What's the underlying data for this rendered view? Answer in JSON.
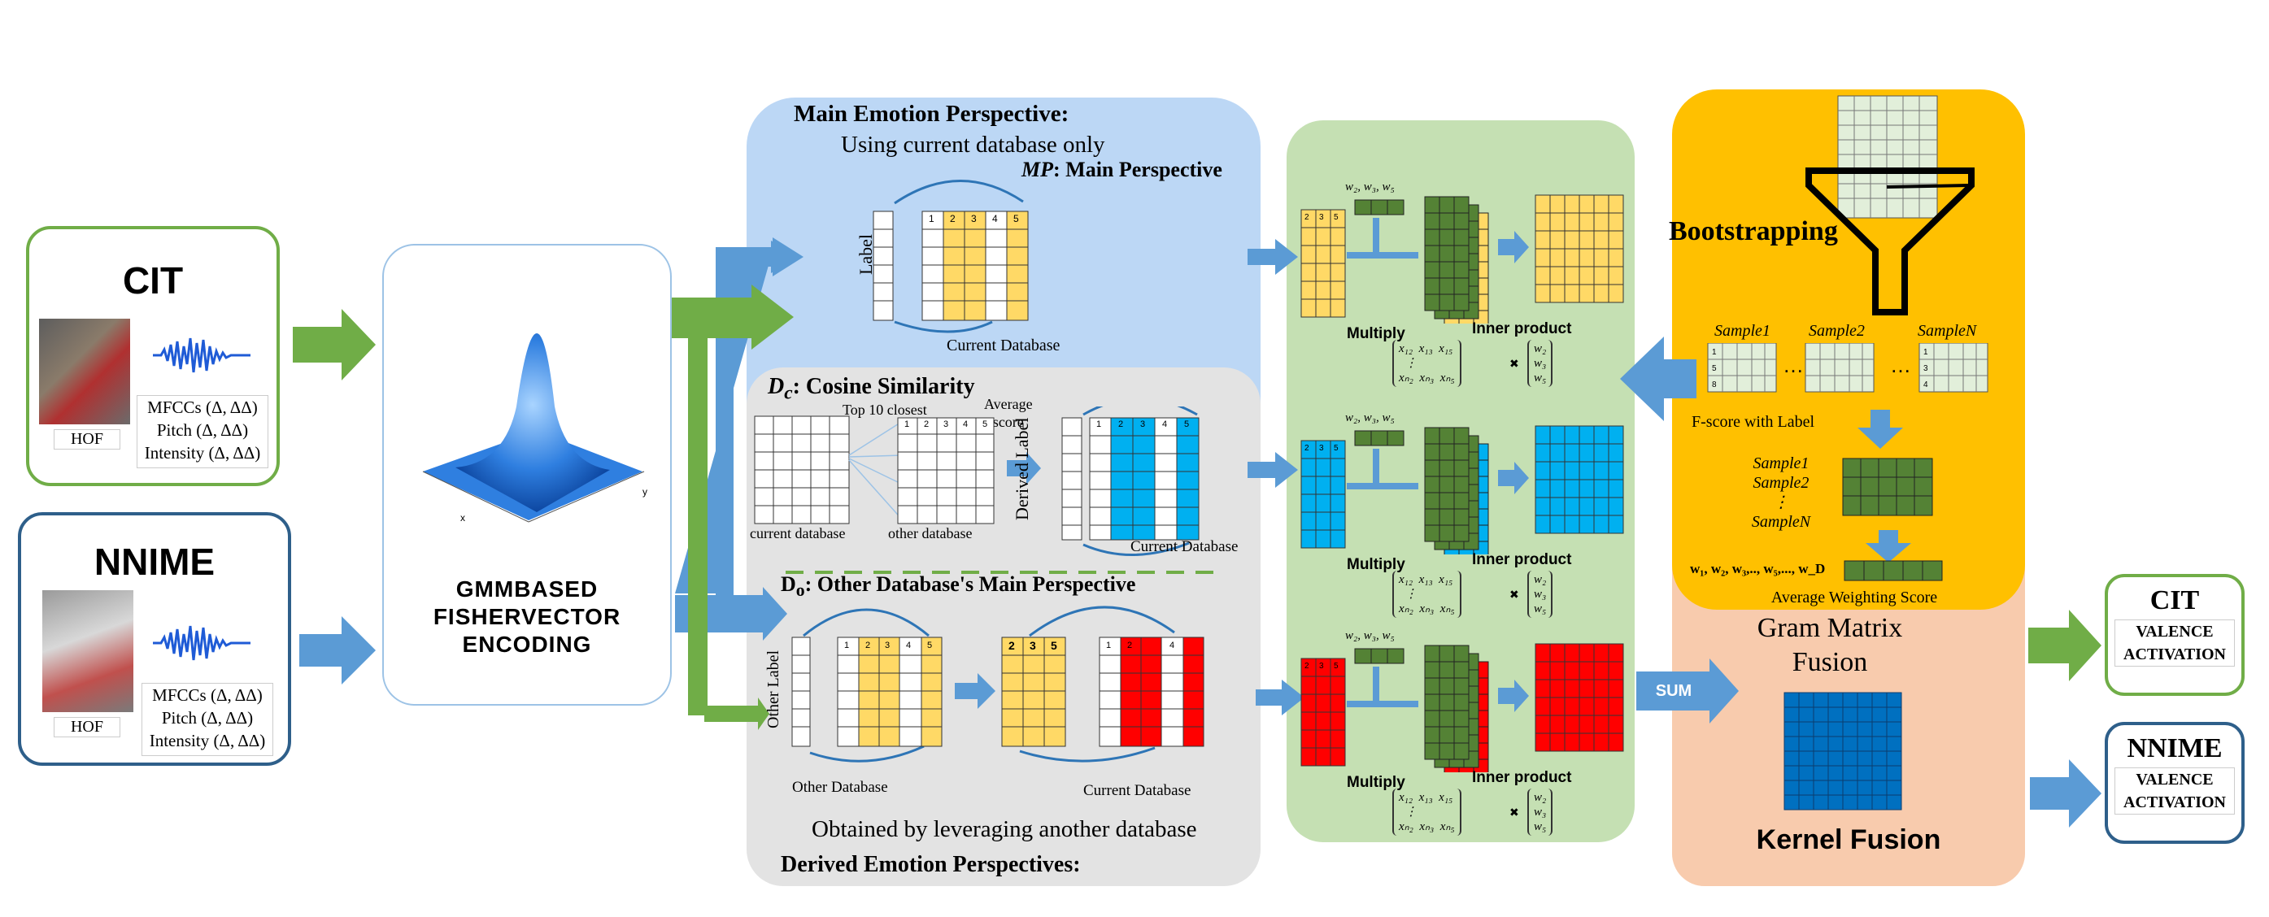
{
  "inputs": {
    "cit": {
      "title": "CIT",
      "hof": "HOF",
      "features": [
        "MFCCs (Δ, ΔΔ)",
        "Pitch (Δ, ΔΔ)",
        "Intensity (Δ, ΔΔ)"
      ]
    },
    "nnime": {
      "title": "NNIME",
      "hof": "HOF",
      "features": [
        "MFCCs (Δ, ΔΔ)",
        "Pitch (Δ, ΔΔ)",
        "Intensity (Δ, ΔΔ)"
      ]
    }
  },
  "encoding": {
    "line1": "GMMBASED",
    "line2": "FISHERVECTOR",
    "line3": "ENCODING",
    "axis_x": "x",
    "axis_y": "y"
  },
  "main_perspective": {
    "title": "Main Emotion Perspective:",
    "subtitle": "Using current database only",
    "mp_label": "MP",
    "mp_text": ": Main Perspective",
    "matrix_label": "Label",
    "db_label": "Current Database",
    "header_nums": [
      "1",
      "2",
      "3",
      "4",
      "5"
    ]
  },
  "cosine": {
    "title_sym": "D",
    "title_sub": "c",
    "title_text": ": Cosine Similarity",
    "top10": "Top 10 closest",
    "avg_line1": "Average",
    "avg_line2": "score",
    "current_db": "current database",
    "other_db": "other database",
    "derived_label": "Derived Label",
    "current_db2": "Current Database",
    "header_nums": [
      "1",
      "2",
      "3",
      "4",
      "5"
    ]
  },
  "other": {
    "title_sym": "D",
    "title_sub": "o",
    "title_text": ": Other Database's Main Perspective",
    "other_label": "Other Label",
    "other_db": "Other  Database",
    "current_db": "Current Database",
    "header_nums": [
      "1",
      "2",
      "3",
      "4",
      "5"
    ],
    "mid_nums": [
      "2",
      "3",
      "5"
    ],
    "red_nums": [
      "1",
      "2",
      "4"
    ],
    "footer": "Obtained by leveraging another database",
    "derived_title": "Derived Emotion Perspectives:"
  },
  "weighting": {
    "weights": "w₂, w₃, w₅",
    "nums": [
      "2",
      "3",
      "5"
    ],
    "multiply": "Multiply",
    "inner": "Inner product",
    "x_row1": [
      "x₁₂",
      "x₁₃",
      "x₁₅"
    ],
    "x_row2": [
      "xₙ₂",
      "xₙ₃",
      "xₙ₅"
    ],
    "w_col": [
      "w₂",
      "w₃",
      "w₅"
    ],
    "times": "✖",
    "sum": "SUM"
  },
  "bootstrap": {
    "title": "Bootstrapping",
    "sample1": "Sample1",
    "sample2": "Sample2",
    "sampleN": "SampleN",
    "fscore": "F-score with Label",
    "list": [
      "Sample1",
      "Sample2",
      "⋮",
      "SampleN"
    ],
    "weights_line": "w₁, w₂, w₃,.., w₅,..., w_D",
    "avg": "Average Weighting Score",
    "nums": [
      "1",
      "5",
      "8"
    ],
    "nums_n": [
      "1",
      "3",
      "4"
    ]
  },
  "fusion": {
    "line1": "Gram Matrix",
    "line2": "Fusion",
    "kernel": "Kernel Fusion"
  },
  "outputs": {
    "cit": {
      "title": "CIT",
      "l1": "VALENCE",
      "l2": "ACTIVATION"
    },
    "nnime": {
      "title": "NNIME",
      "l1": "VALENCE",
      "l2": "ACTIVATION"
    }
  },
  "colors": {
    "blue_bg": "#bcd7f5",
    "gray_bg": "#e3e3e3",
    "green_bg": "#c5e0b3",
    "orange_bg": "#ffc000",
    "peach_bg": "#f8cbad",
    "yellow": "#ffd966",
    "cyan": "#00b0f0",
    "red": "#ff0000",
    "dark_green": "#548235",
    "arrow_blue": "#5b9bd5",
    "arrow_green": "#70ad47",
    "kernel_blue": "#0070c0"
  }
}
